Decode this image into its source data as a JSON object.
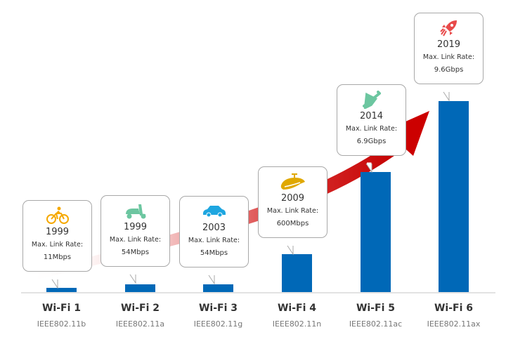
{
  "chart_data": {
    "type": "bar",
    "title": "",
    "xlabel": "",
    "ylabel": "",
    "categories": [
      "Wi-Fi 1",
      "Wi-Fi 2",
      "Wi-Fi 3",
      "Wi-Fi 4",
      "Wi-Fi 5",
      "Wi-Fi 6"
    ],
    "standards": [
      "IEEE802.11b",
      "IEEE802.11a",
      "IEEE802.11g",
      "IEEE802.11n",
      "IEEE802.11ac",
      "IEEE802.11ax"
    ],
    "values": [
      6,
      11,
      11,
      54,
      171,
      272
    ],
    "ylim": [
      0,
      272
    ],
    "value_note": "Bar heights are relative (illustrative scale); not labeled on an axis",
    "grid": false,
    "bar_color": "#0068b7",
    "annotations": [
      {
        "year": "1999",
        "rate_label": "Max. Link Rate:",
        "rate": "11Mbps",
        "icon": "bicycle-icon",
        "icon_color": "#f5a800"
      },
      {
        "year": "1999",
        "rate_label": "Max. Link Rate:",
        "rate": "54Mbps",
        "icon": "scooter-icon",
        "icon_color": "#6cc6a0"
      },
      {
        "year": "2003",
        "rate_label": "Max. Link Rate:",
        "rate": "54Mbps",
        "icon": "car-icon",
        "icon_color": "#1ea6e0"
      },
      {
        "year": "2009",
        "rate_label": "Max. Link Rate:",
        "rate": "600Mbps",
        "icon": "train-icon",
        "icon_color": "#e0a800"
      },
      {
        "year": "2014",
        "rate_label": "Max. Link Rate:",
        "rate": "6.9Gbps",
        "icon": "airplane-icon",
        "icon_color": "#6cc6a0"
      },
      {
        "year": "2019",
        "rate_label": "Max. Link Rate:",
        "rate": "9.6Gbps",
        "icon": "rocket-icon",
        "icon_color": "#e84a4a"
      }
    ],
    "trend_arrow": {
      "direction": "up-right",
      "color": "#cc0000"
    }
  }
}
